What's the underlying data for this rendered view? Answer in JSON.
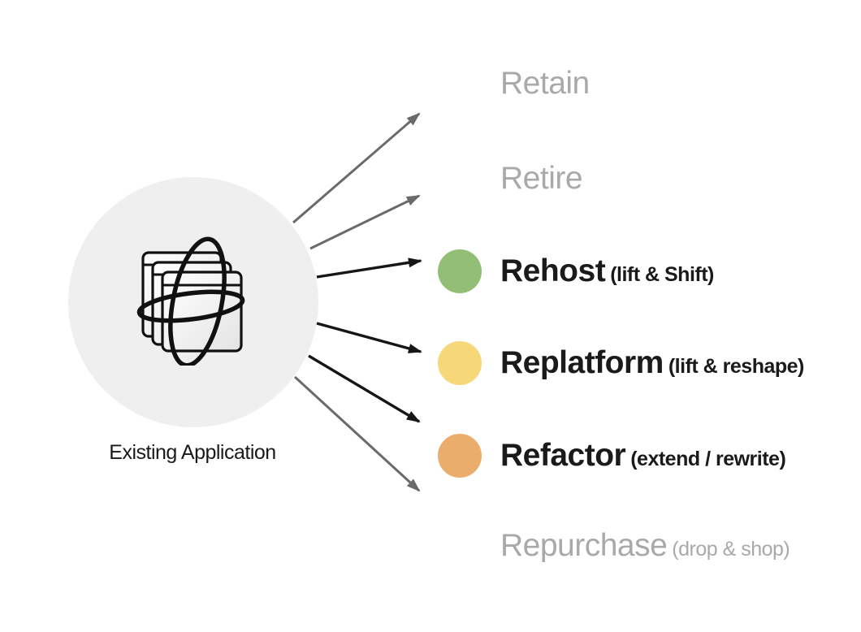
{
  "source": {
    "label": "Existing Application",
    "icon": "stacked-application-windows-orbit-icon"
  },
  "rows": [
    {
      "label": "Retain",
      "sublabel": "",
      "muted": true,
      "arrow_color": "#6a6a6a"
    },
    {
      "label": "Retire",
      "sublabel": "",
      "muted": true,
      "arrow_color": "#6a6a6a"
    },
    {
      "label": "Rehost",
      "sublabel": "(lift & Shift)",
      "muted": false,
      "dot_color": "#93be75",
      "arrow_color": "#161616"
    },
    {
      "label": "Replatform",
      "sublabel": "(lift & reshape)",
      "muted": false,
      "dot_color": "#f7d878",
      "arrow_color": "#161616"
    },
    {
      "label": "Refactor",
      "sublabel": "(extend / rewrite)",
      "muted": false,
      "dot_color": "#ebad6c",
      "arrow_color": "#161616"
    },
    {
      "label": "Repurchase",
      "sublabel": "(drop & shop)",
      "muted": true,
      "arrow_color": "#6a6a6a"
    }
  ],
  "colors": {
    "page_bg": "#ffffff",
    "circle_fill": "#efefef",
    "dark_text": "#1a1a1a",
    "muted_text": "#a9a9a9",
    "icon_stroke": "#111111",
    "arrow_gray": "#6a6a6a",
    "arrow_black": "#161616",
    "dot_green": "#93be75",
    "dot_yellow": "#f7d878",
    "dot_orange": "#ebad6c"
  }
}
